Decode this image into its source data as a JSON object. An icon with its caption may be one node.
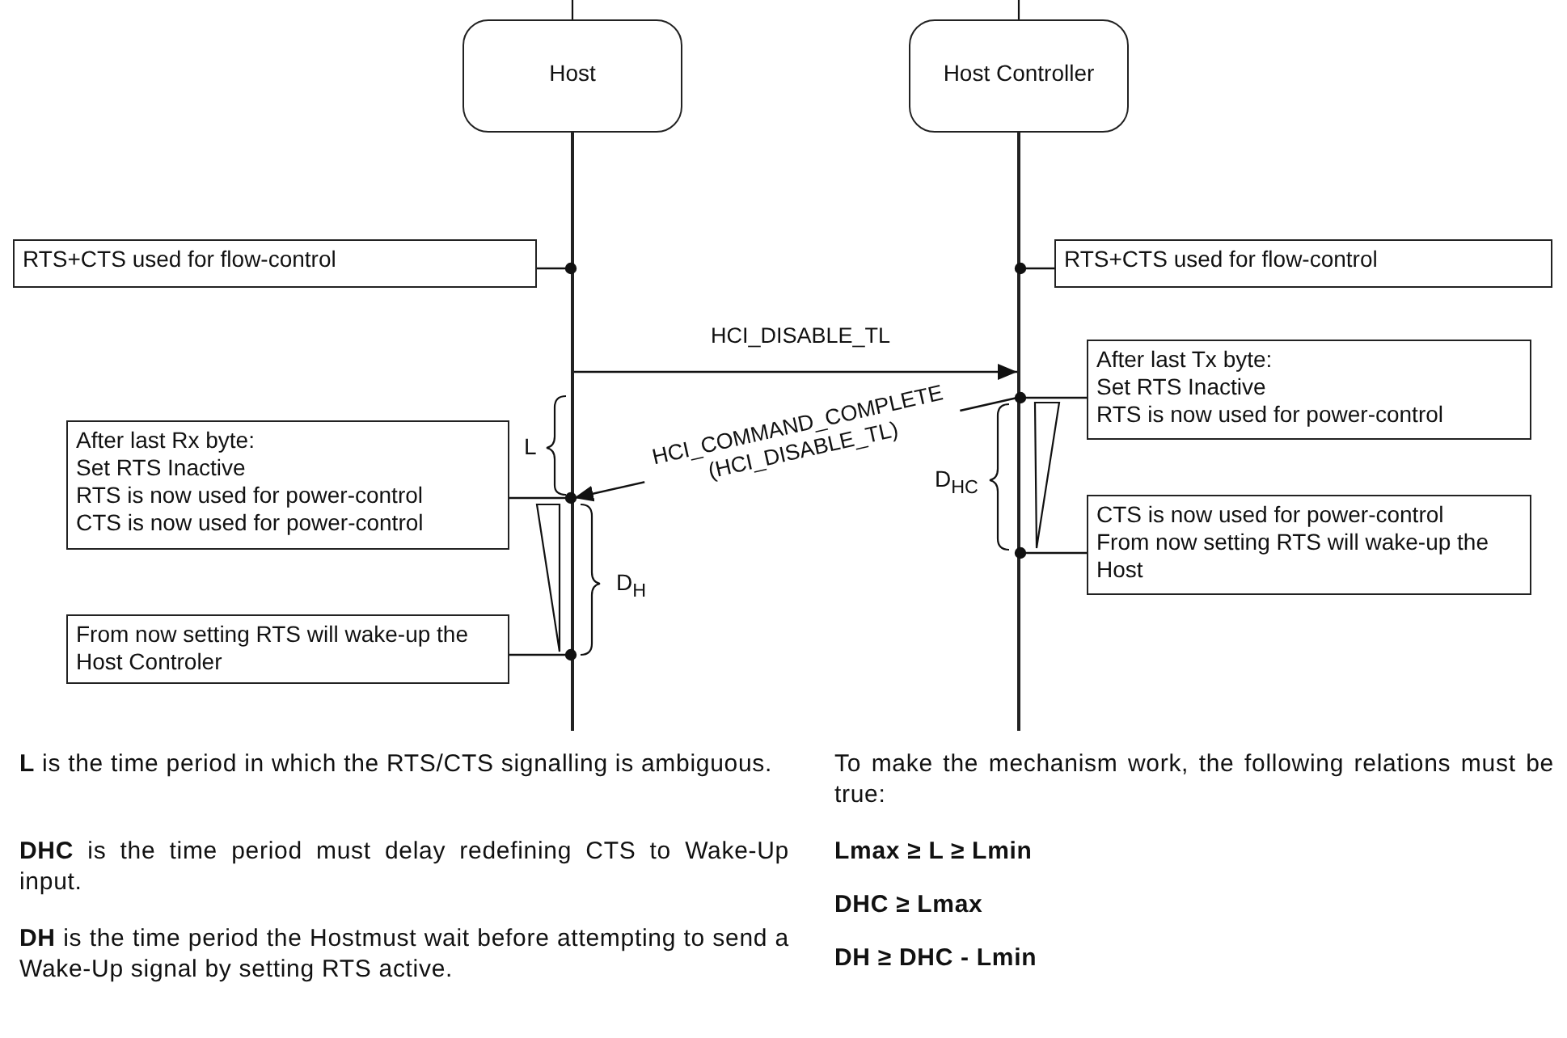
{
  "diagram": {
    "nodes": [
      {
        "text": [
          "Host"
        ]
      },
      {
        "text": [
          "Host Controller"
        ]
      },
      {
        "text": [],
        "shape": "bar"
      },
      {
        "text": [],
        "shape": "bar"
      },
      {
        "text": [
          "RTS+CTS used for flow-control"
        ]
      },
      {
        "text": [
          "RTS+CTS used for flow-control"
        ]
      },
      {
        "text": [
          "After last Tx byte:",
          "Set RTS Inactive",
          "RTS is now used for power-control"
        ]
      },
      {
        "text": [
          "After last Rx byte:",
          "Set RTS Inactive",
          "RTS is now used for power-control",
          "CTS is now used for power-control"
        ]
      },
      {
        "text": [
          "CTS is now used for power-control",
          "From now setting RTS will wake-up the Host"
        ]
      },
      {
        "text": [
          "From now setting RTS will wake-up the Host Controler"
        ]
      },
      {
        "text": [],
        "shape": "triangle"
      },
      {
        "text": [],
        "shape": "triangle"
      }
    ],
    "edges": [
      {
        "from": 4,
        "to": 2,
        "arrow": "other"
      },
      {
        "from": 5,
        "to": 3,
        "arrow": "other"
      },
      {
        "from": 2,
        "to": 3,
        "arrow": "to",
        "label": "HCI_DISABLE_TL"
      },
      {
        "from": 6,
        "to": 3,
        "arrow": "other"
      },
      {
        "from": 3,
        "to": 2,
        "arrow": "to",
        "label": "HCI_COMMAND_COMPLETE (HCI_DISABLE_TL)"
      },
      {
        "from": 7,
        "to": 2,
        "arrow": "other"
      },
      {
        "from": 8,
        "to": 3,
        "arrow": "other"
      },
      {
        "from": 9,
        "to": 2,
        "arrow": "other"
      }
    ],
    "labels": [
      "L",
      "D$_{HC}$",
      "D$_{H}$",
      "**L** is the time period in which the RTS/CTS signalling is ambiguous.",
      "To make the mechanism work, the following relations must be true:",
      "Lmax ≥ L ≥ Lmin",
      "**DHC** is the time period must delay redefining CTS to Wake-Up input.",
      "DHC ≥ Lmax",
      "DH ≥ DHC - Lmin",
      "**DH** is the time period the Hostmust wait before attempting to send a Wake-Up signal by setting RTS active."
    ]
  }
}
